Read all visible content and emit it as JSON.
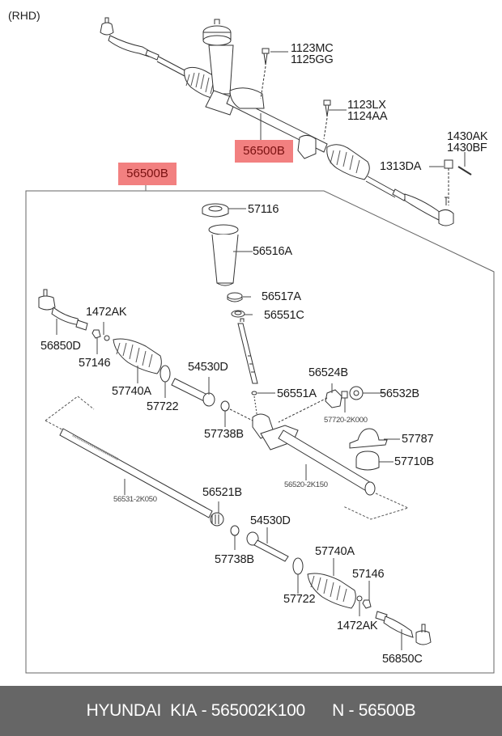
{
  "diagram": {
    "variant_label": "(RHD)",
    "assembly_callouts": [
      {
        "id": "top",
        "label": "56500B",
        "highlighted": true
      },
      {
        "id": "bracket",
        "label": "56500B",
        "highlighted": true
      }
    ],
    "top_labels": {
      "bolt1_a": "1123MC",
      "bolt1_b": "1125GG",
      "bolt2_a": "1123LX",
      "bolt2_b": "1124AA",
      "pin_a": "1430AK",
      "pin_b": "1430BF",
      "nut": "1313DA"
    },
    "parts": {
      "p57116": "57116",
      "p56516A": "56516A",
      "p56517A": "56517A",
      "p56551C": "56551C",
      "p56551A": "56551A",
      "p56524B": "56524B",
      "p56532B": "56532B",
      "p57720": "57720-2K000",
      "p57787": "57787",
      "p57710B": "57710B",
      "p56520": "56520-2K150",
      "p56531": "56531-2K050",
      "l_1472AK": "1472AK",
      "l_56850D": "56850D",
      "l_57146": "57146",
      "l_57740A": "57740A",
      "l_57722": "57722",
      "l_54530D": "54530D",
      "l_57738B": "57738B",
      "r_56521B": "56521B",
      "r_54530D": "54530D",
      "r_57738B": "57738B",
      "r_57740A": "57740A",
      "r_57146": "57146",
      "r_57722": "57722",
      "r_1472AK": "1472AK",
      "r_56850C": "56850C"
    }
  },
  "footer": {
    "brand": "HYUNDAI  KIA",
    "part_number": "565002K100",
    "separator": " - ",
    "n_label": "N",
    "n_value": "56500B"
  }
}
